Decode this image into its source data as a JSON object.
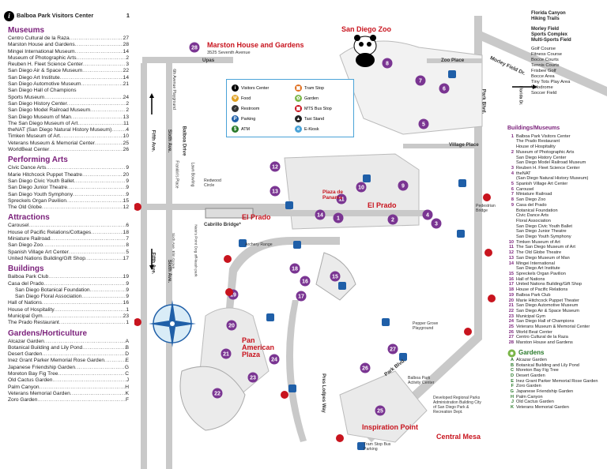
{
  "visitors_center": {
    "label": "Balboa Park Visitors Center",
    "num": "1"
  },
  "sections": [
    {
      "title": "Museums",
      "items": [
        {
          "name": "Centro Cultural de la Raza",
          "num": "27"
        },
        {
          "name": "Marston House and Gardens",
          "num": "28"
        },
        {
          "name": "Mingei International Museum",
          "num": "14"
        },
        {
          "name": "Museum of Photographic Arts",
          "num": "2"
        },
        {
          "name": "Reuben H. Fleet Science Center",
          "num": "3"
        },
        {
          "name": "San Diego Air & Space Museum",
          "num": "22"
        },
        {
          "name": "San Diego Art Institute",
          "num": "14"
        },
        {
          "name": "San Diego Automotive Museum",
          "num": "21"
        },
        {
          "name": "San Diego Hall of Champions",
          "num": ""
        },
        {
          "name": "Sports Museum",
          "num": "24"
        },
        {
          "name": "San Diego History Center",
          "num": "2"
        },
        {
          "name": "San Diego Model Railroad Museum",
          "num": "2"
        },
        {
          "name": "San Diego Museum of Man",
          "num": "13"
        },
        {
          "name": "The San Diego Museum of Art",
          "num": "11"
        },
        {
          "name": "theNAT (San Diego Natural History Museum)",
          "num": "4"
        },
        {
          "name": "Timken Museum of Art",
          "num": "10"
        },
        {
          "name": "Veterans Museum & Memorial Center",
          "num": "25"
        },
        {
          "name": "WorldBeat Center",
          "num": "26"
        }
      ]
    },
    {
      "title": "Performing Arts",
      "items": [
        {
          "name": "Civic Dance Arts",
          "num": "9"
        },
        {
          "name": "Marie Hitchcock Puppet Theatre",
          "num": "20"
        },
        {
          "name": "San Diego Civic Youth Ballet",
          "num": "9"
        },
        {
          "name": "San Diego Junior Theatre",
          "num": "9"
        },
        {
          "name": "San Diego Youth Symphony",
          "num": "9"
        },
        {
          "name": "Spreckels Organ Pavilion",
          "num": "15"
        },
        {
          "name": "The Old Globe",
          "num": "12"
        }
      ]
    },
    {
      "title": "Attractions",
      "items": [
        {
          "name": "Carousel",
          "num": "6"
        },
        {
          "name": "House of Pacific Relations/Cottages",
          "num": "18"
        },
        {
          "name": "Miniature Railroad",
          "num": "7"
        },
        {
          "name": "San Diego Zoo",
          "num": "8"
        },
        {
          "name": "Spanish Village Art Center",
          "num": "5"
        },
        {
          "name": "United Nations Building/Gift Shop",
          "num": "17"
        }
      ]
    },
    {
      "title": "Buildings",
      "items": [
        {
          "name": "Balboa Park Club",
          "num": "19"
        },
        {
          "name": "Casa del Prado",
          "num": "9"
        },
        {
          "name": "San Diego Botanical Foundation",
          "num": "9",
          "indent": true
        },
        {
          "name": "San Diego Floral Association",
          "num": "9",
          "indent": true
        },
        {
          "name": "Hall of Nations",
          "num": "16"
        },
        {
          "name": "House of Hospitality",
          "num": "1"
        },
        {
          "name": "Municipal Gym",
          "num": "23"
        },
        {
          "name": "The Prado Restaurant",
          "num": "1"
        }
      ]
    },
    {
      "title": "Gardens/Horticulture",
      "items": [
        {
          "name": "Alcazar Garden",
          "num": "A"
        },
        {
          "name": "Botanical Building and Lily Pond",
          "num": "B"
        },
        {
          "name": "Desert Garden",
          "num": "D"
        },
        {
          "name": "Inez Grant Parker Memorial Rose Garden",
          "num": "E"
        },
        {
          "name": "Japanese Friendship Garden",
          "num": "G"
        },
        {
          "name": "Moreton Bay Fig Tree",
          "num": "C"
        },
        {
          "name": "Old Cactus Garden",
          "num": "J"
        },
        {
          "name": "Palm Canyon",
          "num": "H"
        },
        {
          "name": "Veterans Memorial Garden",
          "num": "K"
        },
        {
          "name": "Zoro Garden",
          "num": "F"
        }
      ]
    }
  ],
  "northeast": {
    "bold": [
      "Florida Canyon",
      "Hiking Trails",
      "Morley Field",
      "Sports Complex",
      "Multi-Sports Field"
    ],
    "plain": [
      "Golf Course",
      "Fitness Course",
      "Bocce Courts",
      "Tennis Courts",
      "Frisbee Golf",
      "Bocce Area",
      "Tiny Tots Play Area",
      "Velodrome",
      "Soccer Field"
    ]
  },
  "map_key": [
    "Visitors Center",
    "Food",
    "Restroom",
    "Parking",
    "ATM",
    "Tram Stop",
    "Garden",
    "MTS Bus Stop",
    "Taxi Stand",
    "E-Kiosk"
  ],
  "map_labels": {
    "marston": "Marston House and Gardens",
    "marston_addr": "3525 Seventh Avenue",
    "zoo": "San Diego Zoo",
    "zoo_place": "Zoo Place",
    "village_place": "Village Place",
    "el_prado_w": "El Prado",
    "el_prado_e": "El Prado",
    "plaza": "Plaza de Panama",
    "cabrillo": "Cabrillo Bridge*",
    "upas": "Upas",
    "fifth": "Fifth Ave.",
    "fifth2": "Fifth Ave.",
    "sixth": "Sixth Ave.",
    "sixth2": "Sixth Ave.",
    "balboa_dr": "Balboa Drive",
    "sixth_play": "6th Avenue Playground",
    "franklin": "Franklin's Place",
    "lawn_bowling": "Lawn Bowling",
    "redwood": "Redwood Circle",
    "nate": "Nate's Point Dog off-leash park",
    "sevel": "Sixth Ave. Elm Grove",
    "archery": "Archery Range",
    "pan_am": "Pan American Plaza",
    "pepper": "Pepper Grove Playground",
    "park_blvd": "Park Blvd.",
    "park_blvd2": "Park Blvd.",
    "pres": "Pres Lodpes Way",
    "bpac": "Balboa Park Activity Center",
    "regional": "Developed Regional Parks Administration Building City of San Diego Park & Recreation Dept.",
    "inspiration": "Inspiration Point",
    "central_mesa": "Central Mesa",
    "tram_stop": "Tram Stop Bus Parking",
    "pedestrian": "Pedestrian Bridge",
    "morley_dr": "Morley Field Dr.",
    "florida": "Florida Dr."
  },
  "legend": {
    "title": "Buildings/Museums",
    "items": [
      {
        "k": "1",
        "t": "Balboa Park Visitors Center"
      },
      {
        "k": "",
        "t": "The Prado Restaurant"
      },
      {
        "k": "",
        "t": "House of Hospitality"
      },
      {
        "k": "2",
        "t": "Museum of Photographic Arts"
      },
      {
        "k": "",
        "t": "San Diego History Center"
      },
      {
        "k": "",
        "t": "San Diego Model Railroad Museum"
      },
      {
        "k": "3",
        "t": "Reuben H. Fleet Science Center"
      },
      {
        "k": "4",
        "t": "theNAT"
      },
      {
        "k": "",
        "t": "(San Diego Natural History Museum)"
      },
      {
        "k": "5",
        "t": "Spanish Village Art Center"
      },
      {
        "k": "6",
        "t": "Carousel"
      },
      {
        "k": "7",
        "t": "Miniature Railroad"
      },
      {
        "k": "8",
        "t": "San Diego Zoo"
      },
      {
        "k": "9",
        "t": "Casa del Prado"
      },
      {
        "k": "",
        "t": "Botanical Foundation"
      },
      {
        "k": "",
        "t": "Civic Dance Arts"
      },
      {
        "k": "",
        "t": "Floral Association"
      },
      {
        "k": "",
        "t": "San Diego Civic Youth Ballet"
      },
      {
        "k": "",
        "t": "San Diego Junior Theatre"
      },
      {
        "k": "",
        "t": "San Diego Youth Symphony"
      },
      {
        "k": "10",
        "t": "Timken Museum of Art"
      },
      {
        "k": "11",
        "t": "The San Diego Museum of Art"
      },
      {
        "k": "12",
        "t": "The Old Globe Theatre"
      },
      {
        "k": "13",
        "t": "San Diego Museum of Man"
      },
      {
        "k": "14",
        "t": "Mingei International"
      },
      {
        "k": "",
        "t": "San Diego Art Institute"
      },
      {
        "k": "15",
        "t": "Spreckels Organ Pavilion"
      },
      {
        "k": "16",
        "t": "Hall of Nations"
      },
      {
        "k": "17",
        "t": "United Nations Building/Gift Shop"
      },
      {
        "k": "18",
        "t": "House of Pacific Relations"
      },
      {
        "k": "19",
        "t": "Balboa Park Club"
      },
      {
        "k": "20",
        "t": "Marie Hitchcock Puppet Theater"
      },
      {
        "k": "21",
        "t": "San Diego Automotive Museum"
      },
      {
        "k": "22",
        "t": "San Diego Air & Space Museum"
      },
      {
        "k": "23",
        "t": "Municipal Gym"
      },
      {
        "k": "24",
        "t": "San Diego Hall of Champions"
      },
      {
        "k": "25",
        "t": "Veterans Museum & Memorial Center"
      },
      {
        "k": "26",
        "t": "World Beat Center"
      },
      {
        "k": "27",
        "t": "Centro Cultural de la Raza"
      },
      {
        "k": "28",
        "t": "Marston House and Gardens"
      }
    ],
    "gardens_title": "Gardens",
    "gardens": [
      {
        "k": "A",
        "t": "Alcazar Garden"
      },
      {
        "k": "B",
        "t": "Botanical Building and Lily Pond"
      },
      {
        "k": "C",
        "t": "Moreton Bay Fig Tree"
      },
      {
        "k": "D",
        "t": "Desert Garden"
      },
      {
        "k": "E",
        "t": "Inez Grant Parker Memorial Rose Garden"
      },
      {
        "k": "F",
        "t": "Zoro Garden"
      },
      {
        "k": "G",
        "t": "Japanese Friendship Garden"
      },
      {
        "k": "H",
        "t": "Palm Canyon"
      },
      {
        "k": "J",
        "t": "Old Cactus Garden"
      },
      {
        "k": "K",
        "t": "Veterans Memorial Garden"
      }
    ]
  },
  "colors": {
    "purple": "#7a3592",
    "heading": "#7a1f7a",
    "garden": "#2a7a2a",
    "red": "#c8141e",
    "parking": "#1f5fa8",
    "road": "#c9c9c9"
  }
}
